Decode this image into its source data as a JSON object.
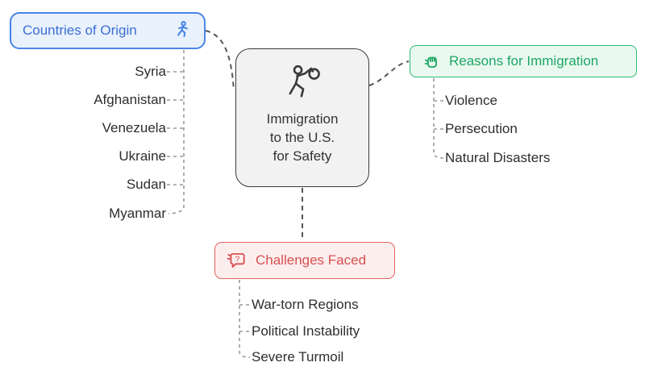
{
  "center": {
    "lines": [
      "Immigration",
      "to the U.S.",
      "for Safety"
    ],
    "icon": "traveler-with-bindle-icon"
  },
  "nodes": {
    "countries": {
      "label": "Countries of Origin",
      "icon": "running-person-icon",
      "color": "#4a84e8",
      "items": [
        "Syria",
        "Afghanistan",
        "Venezuela",
        "Ukraine",
        "Sudan",
        "Myanmar"
      ]
    },
    "reasons": {
      "label": "Reasons for Immigration",
      "icon": "fist-icon",
      "color": "#2eb874",
      "items": [
        "Violence",
        "Persecution",
        "Natural Disasters"
      ]
    },
    "challenges": {
      "label": "Challenges Faced",
      "icon": "question-speech-bubble-icon",
      "icon_glyph": "?",
      "color": "#e36363",
      "items": [
        "War-torn Regions",
        "Political Instability",
        "Severe Turmoil"
      ]
    }
  },
  "colors": {
    "center_fill": "#f2f2f2",
    "center_border": "#3a3a3a",
    "connector_main": "#555555",
    "connector_leaf": "#999999"
  }
}
